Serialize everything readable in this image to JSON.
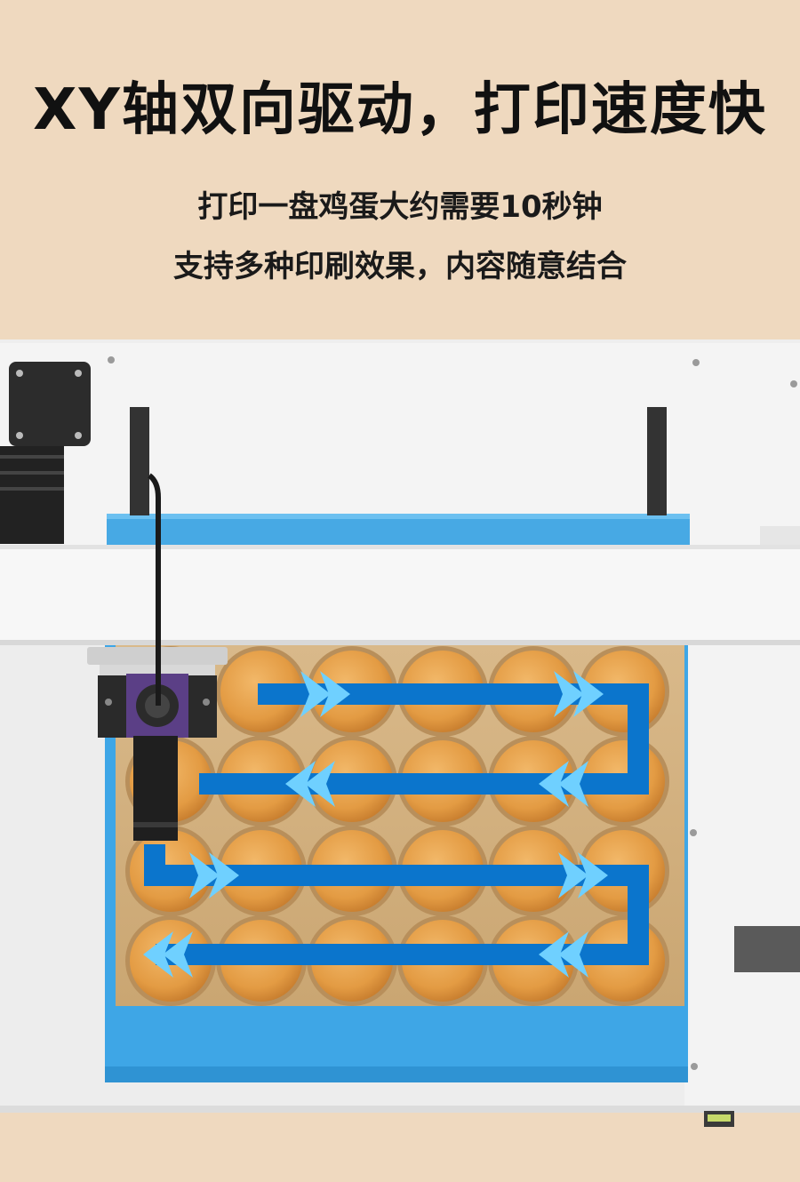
{
  "headline": "XY轴双向驱动，打印速度快",
  "lines": [
    "打印一盘鸡蛋大约需要10秒钟",
    "支持多种印刷效果，内容随意结合"
  ],
  "colors": {
    "background": "#efd9bf",
    "tray": "#3ea6e6",
    "arrow_dark": "#0b75cc",
    "arrow_light": "#6fd0ff",
    "egg": "#e7a24a"
  },
  "illustration": {
    "egg_grid": {
      "rows": 4,
      "columns": 6
    },
    "path_direction": [
      "right",
      "left",
      "right",
      "left"
    ]
  }
}
